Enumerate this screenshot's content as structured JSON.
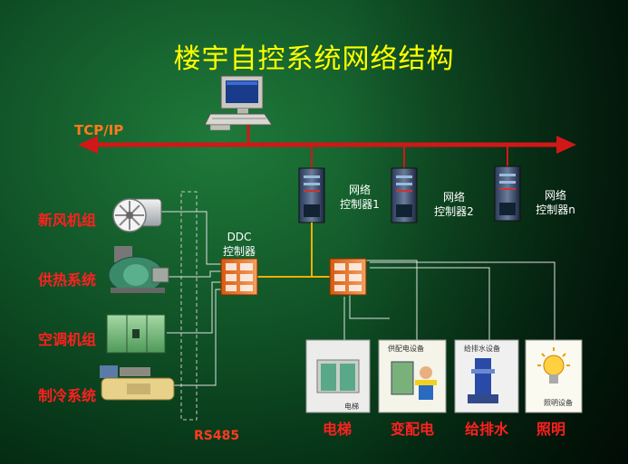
{
  "title": "楼宇自控系统网络结构",
  "network_label": "TCP/IP",
  "bus_label": "RS485",
  "ddc_label_line1": "DDC",
  "ddc_label_line2": "控制器",
  "network_controllers": [
    {
      "line1": "网络",
      "line2": "控制器1"
    },
    {
      "line1": "网络",
      "line2": "控制器2"
    },
    {
      "line1": "网络",
      "line2": "控制器n"
    }
  ],
  "subsystems": [
    {
      "label": "新风机组",
      "icon": "fan-unit-icon"
    },
    {
      "label": "供热系统",
      "icon": "boiler-icon"
    },
    {
      "label": "空调机组",
      "icon": "air-handler-icon"
    },
    {
      "label": "制冷系统",
      "icon": "chiller-icon"
    }
  ],
  "devices": [
    {
      "label": "电梯",
      "caption": "电梯",
      "icon": "elevator-icon"
    },
    {
      "label": "变配电",
      "caption": "供配电设备",
      "icon": "power-distribution-icon"
    },
    {
      "label": "给排水",
      "caption": "给排水设备",
      "icon": "water-pump-icon"
    },
    {
      "label": "照明",
      "caption": "照明设备",
      "icon": "light-bulb-icon"
    }
  ],
  "colors": {
    "title": "#ffff00",
    "network_line": "#d01818",
    "link_line": "#f0b000",
    "tcp_label": "#ff7a1a",
    "system_label": "#ff2020"
  }
}
